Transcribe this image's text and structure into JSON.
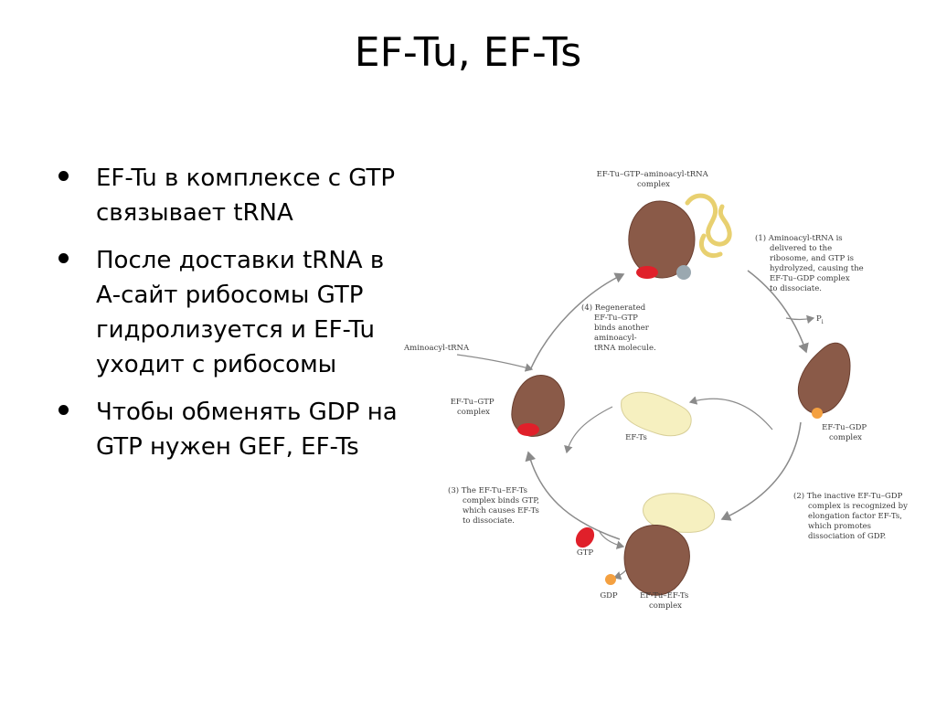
{
  "slide": {
    "title": "EF-Tu, EF-Ts",
    "bullets": [
      "EF-Tu в комплексе с GTP связывает tRNA",
      "После доставки tRNA в А-сайт рибосомы GTP гидролизуется и EF-Tu уходит с рибосомы",
      "Чтобы обменять GDP на GTP нужен GEF, EF-Ts"
    ]
  },
  "diagram": {
    "complex_top": [
      "EF-Tu–GTP–aminoacyl-tRNA",
      "complex"
    ],
    "step1": [
      "(1)  Aminoacyl-tRNA is",
      "delivered to the",
      "ribosome, and GTP is",
      "hydrolyzed, causing the",
      "EF-Tu–GDP complex",
      "to dissociate."
    ],
    "pi": "P",
    "pi_sub": "i",
    "step4": [
      "(4)  Regenerated",
      "EF-Tu–GTP",
      "binds another",
      "aminoacyl-",
      "tRNA molecule."
    ],
    "aminoacyl_trna": "Aminoacyl-tRNA",
    "eftu_gtp": [
      "EF-Tu–GTP",
      "complex"
    ],
    "efts": "EF-Ts",
    "eftu_gdp": [
      "EF-Tu–GDP",
      "complex"
    ],
    "step3": [
      "(3)  The EF-Tu–EF-Ts",
      "complex binds GTP,",
      "which causes EF-Ts",
      "to dissociate."
    ],
    "step2": [
      "(2)  The inactive EF-Tu–GDP",
      "complex is recognized by",
      "elongation factor EF-Ts,",
      "which promotes",
      "dissociation of GDP."
    ],
    "gtp": "GTP",
    "gdp": "GDP",
    "eftu_efts": [
      "EF-Tu–EF-Ts",
      "complex"
    ],
    "colors": {
      "protein": "#8a5a48",
      "protein_dark": "#6a3f30",
      "gtp_red": "#e0202a",
      "gdp_orange": "#f4a040",
      "efts_cream": "#f6f0c0",
      "trna_yellow": "#e8d070",
      "phosphate_gray": "#9aa8b0",
      "arrow": "#8a8a8a"
    }
  }
}
